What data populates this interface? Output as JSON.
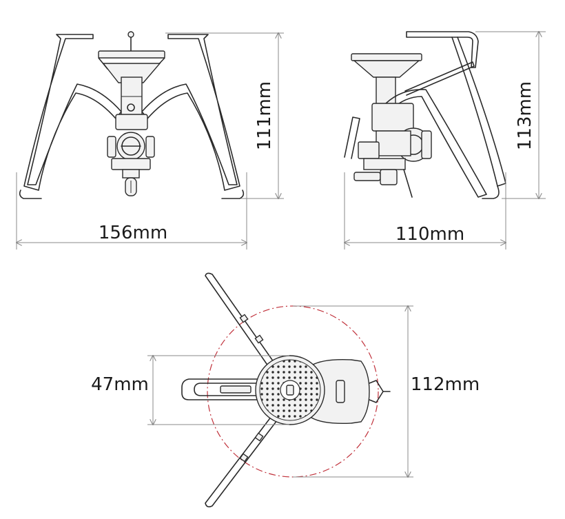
{
  "dimensions": {
    "front_width": "156mm",
    "front_height": "111mm",
    "side_width": "110mm",
    "side_height": "113mm",
    "top_burner_width": "47mm",
    "top_height": "112mm"
  },
  "colors": {
    "line": "#2a2a2a",
    "dimension_line": "#888888",
    "circle": "#c0303a"
  }
}
